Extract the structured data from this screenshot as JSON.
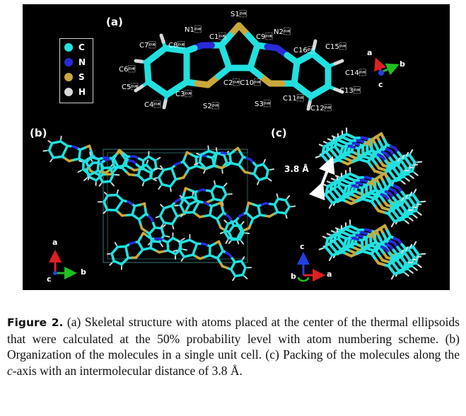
{
  "figure": {
    "panel_a": "(a)",
    "panel_b": "(b)",
    "panel_c": "(c)",
    "legend": [
      {
        "symbol": "C",
        "color": "#22e0e0"
      },
      {
        "symbol": "N",
        "color": "#2a2ad8"
      },
      {
        "symbol": "S",
        "color": "#c8a83c"
      },
      {
        "symbol": "H",
        "color": "#d8d8d8"
      }
    ],
    "atom_labels": {
      "s1": "S1\u001a",
      "n1": "N1\u001a",
      "c1": "C1\u001a",
      "c9": "C9\u001a",
      "n2": "N2\u001a",
      "c7": "C7\u001a",
      "c8": "C8\u001a",
      "c16": "C16\u001a",
      "c15": "C15\u001a",
      "c6": "C6\u001a",
      "c14": "C14\u001a",
      "c5": "C5\u001a",
      "c13": "C13\u001a",
      "c3": "C3\u001a",
      "c2c10": "C2\u001aC10\u001a",
      "c11": "C11\u001a",
      "c4": "C4\u001a",
      "s2": "S2\u001a",
      "s3": "S3\u001a",
      "c12": "C12\u001a"
    },
    "axes_a": {
      "a": "a",
      "b": "b",
      "c": "c"
    },
    "axes_b": {
      "a": "a",
      "b": "b",
      "c": "c"
    },
    "axes_c": {
      "c": "c",
      "b": "b",
      "a": "a"
    },
    "distance": "3.8 Å"
  },
  "caption": {
    "label": "Figure 2.",
    "text_1": " (a) Skeletal structure with atoms placed at the center of the thermal ellipsoids that were calculated at the 50% probability level with atom numbering scheme. (b) Organization of the molecules in a single unit cell. (c) Packing of the molecules along the ",
    "axis_italic": "c",
    "text_2": "-axis with an intermolecular distance of 3.8 Å."
  }
}
